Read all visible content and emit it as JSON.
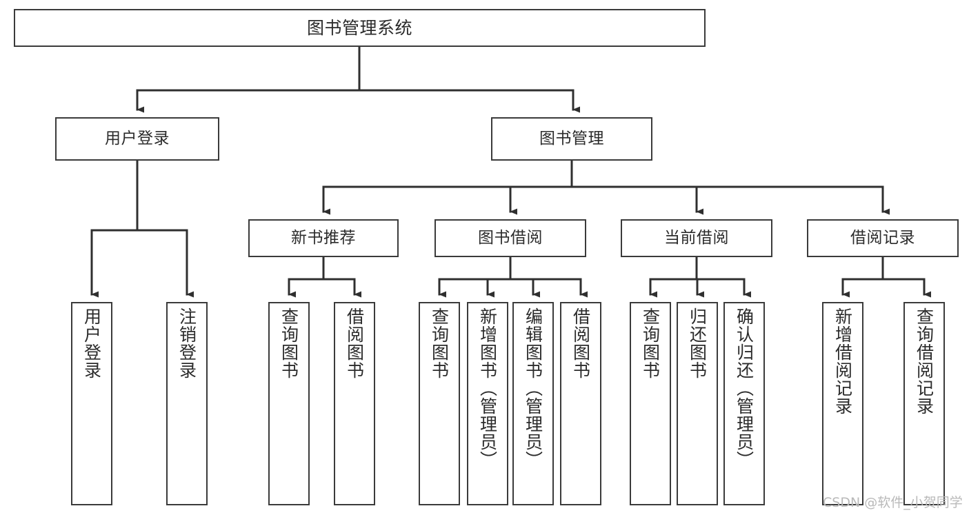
{
  "diagram": {
    "type": "tree-hierarchy",
    "title": "图书管理系统",
    "orientation": "top-down",
    "colors": {
      "box_border": "#3a3a3a",
      "box_fill": "#ffffff",
      "connector": "#2f2f2f",
      "text": "#2b2b2b",
      "watermark": "#b9b9b9",
      "background": "#ffffff"
    },
    "root": {
      "label": "图书管理系统"
    },
    "level2": [
      {
        "label": "用户登录"
      },
      {
        "label": "图书管理"
      }
    ],
    "level3": [
      {
        "label": "新书推荐"
      },
      {
        "label": "图书借阅"
      },
      {
        "label": "当前借阅"
      },
      {
        "label": "借阅记录"
      }
    ],
    "leaves": {
      "user_login": [
        {
          "label": "用户登录"
        },
        {
          "label": "注销登录"
        }
      ],
      "new_book_recommend": [
        {
          "label": "查询图书"
        },
        {
          "label": "借阅图书"
        }
      ],
      "book_borrow": [
        {
          "label": "查询图书"
        },
        {
          "label": "新增图书（管理员）"
        },
        {
          "label": "编辑图书（管理员）"
        },
        {
          "label": "借阅图书"
        }
      ],
      "current_borrow": [
        {
          "label": "查询图书"
        },
        {
          "label": "归还图书"
        },
        {
          "label": "确认归还（管理员）"
        }
      ],
      "borrow_record": [
        {
          "label": "新增借阅记录"
        },
        {
          "label": "查询借阅记录"
        }
      ]
    }
  },
  "watermark": {
    "text": "CSDN @软件_小贺同学"
  }
}
